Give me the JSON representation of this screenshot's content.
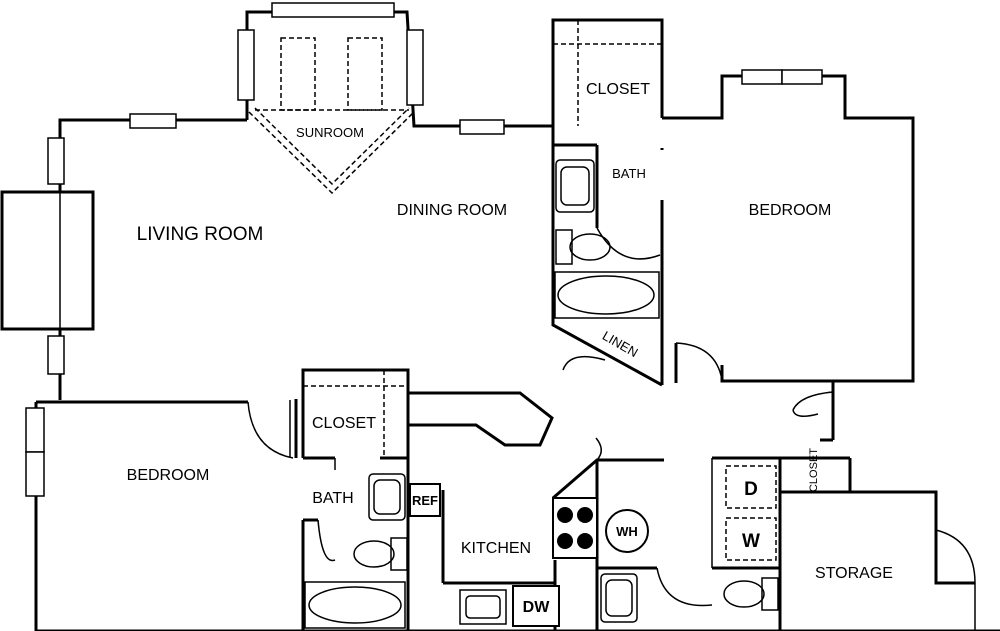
{
  "rooms": {
    "living_room": "LIVING ROOM",
    "sunroom": "SUNROOM",
    "dining_room": "DINING ROOM",
    "closet_top": "CLOSET",
    "bath_top": "BATH",
    "bedroom_right": "BEDROOM",
    "linen": "LINEN",
    "closet_left": "CLOSET",
    "bedroom_left": "BEDROOM",
    "bath_left": "BATH",
    "kitchen": "KITCHEN",
    "storage": "STORAGE",
    "closet_small": "CLOSET"
  },
  "fixtures": {
    "refrigerator": "REF",
    "water_heater": "WH",
    "dishwasher": "DW",
    "dryer": "D",
    "washer": "W"
  }
}
